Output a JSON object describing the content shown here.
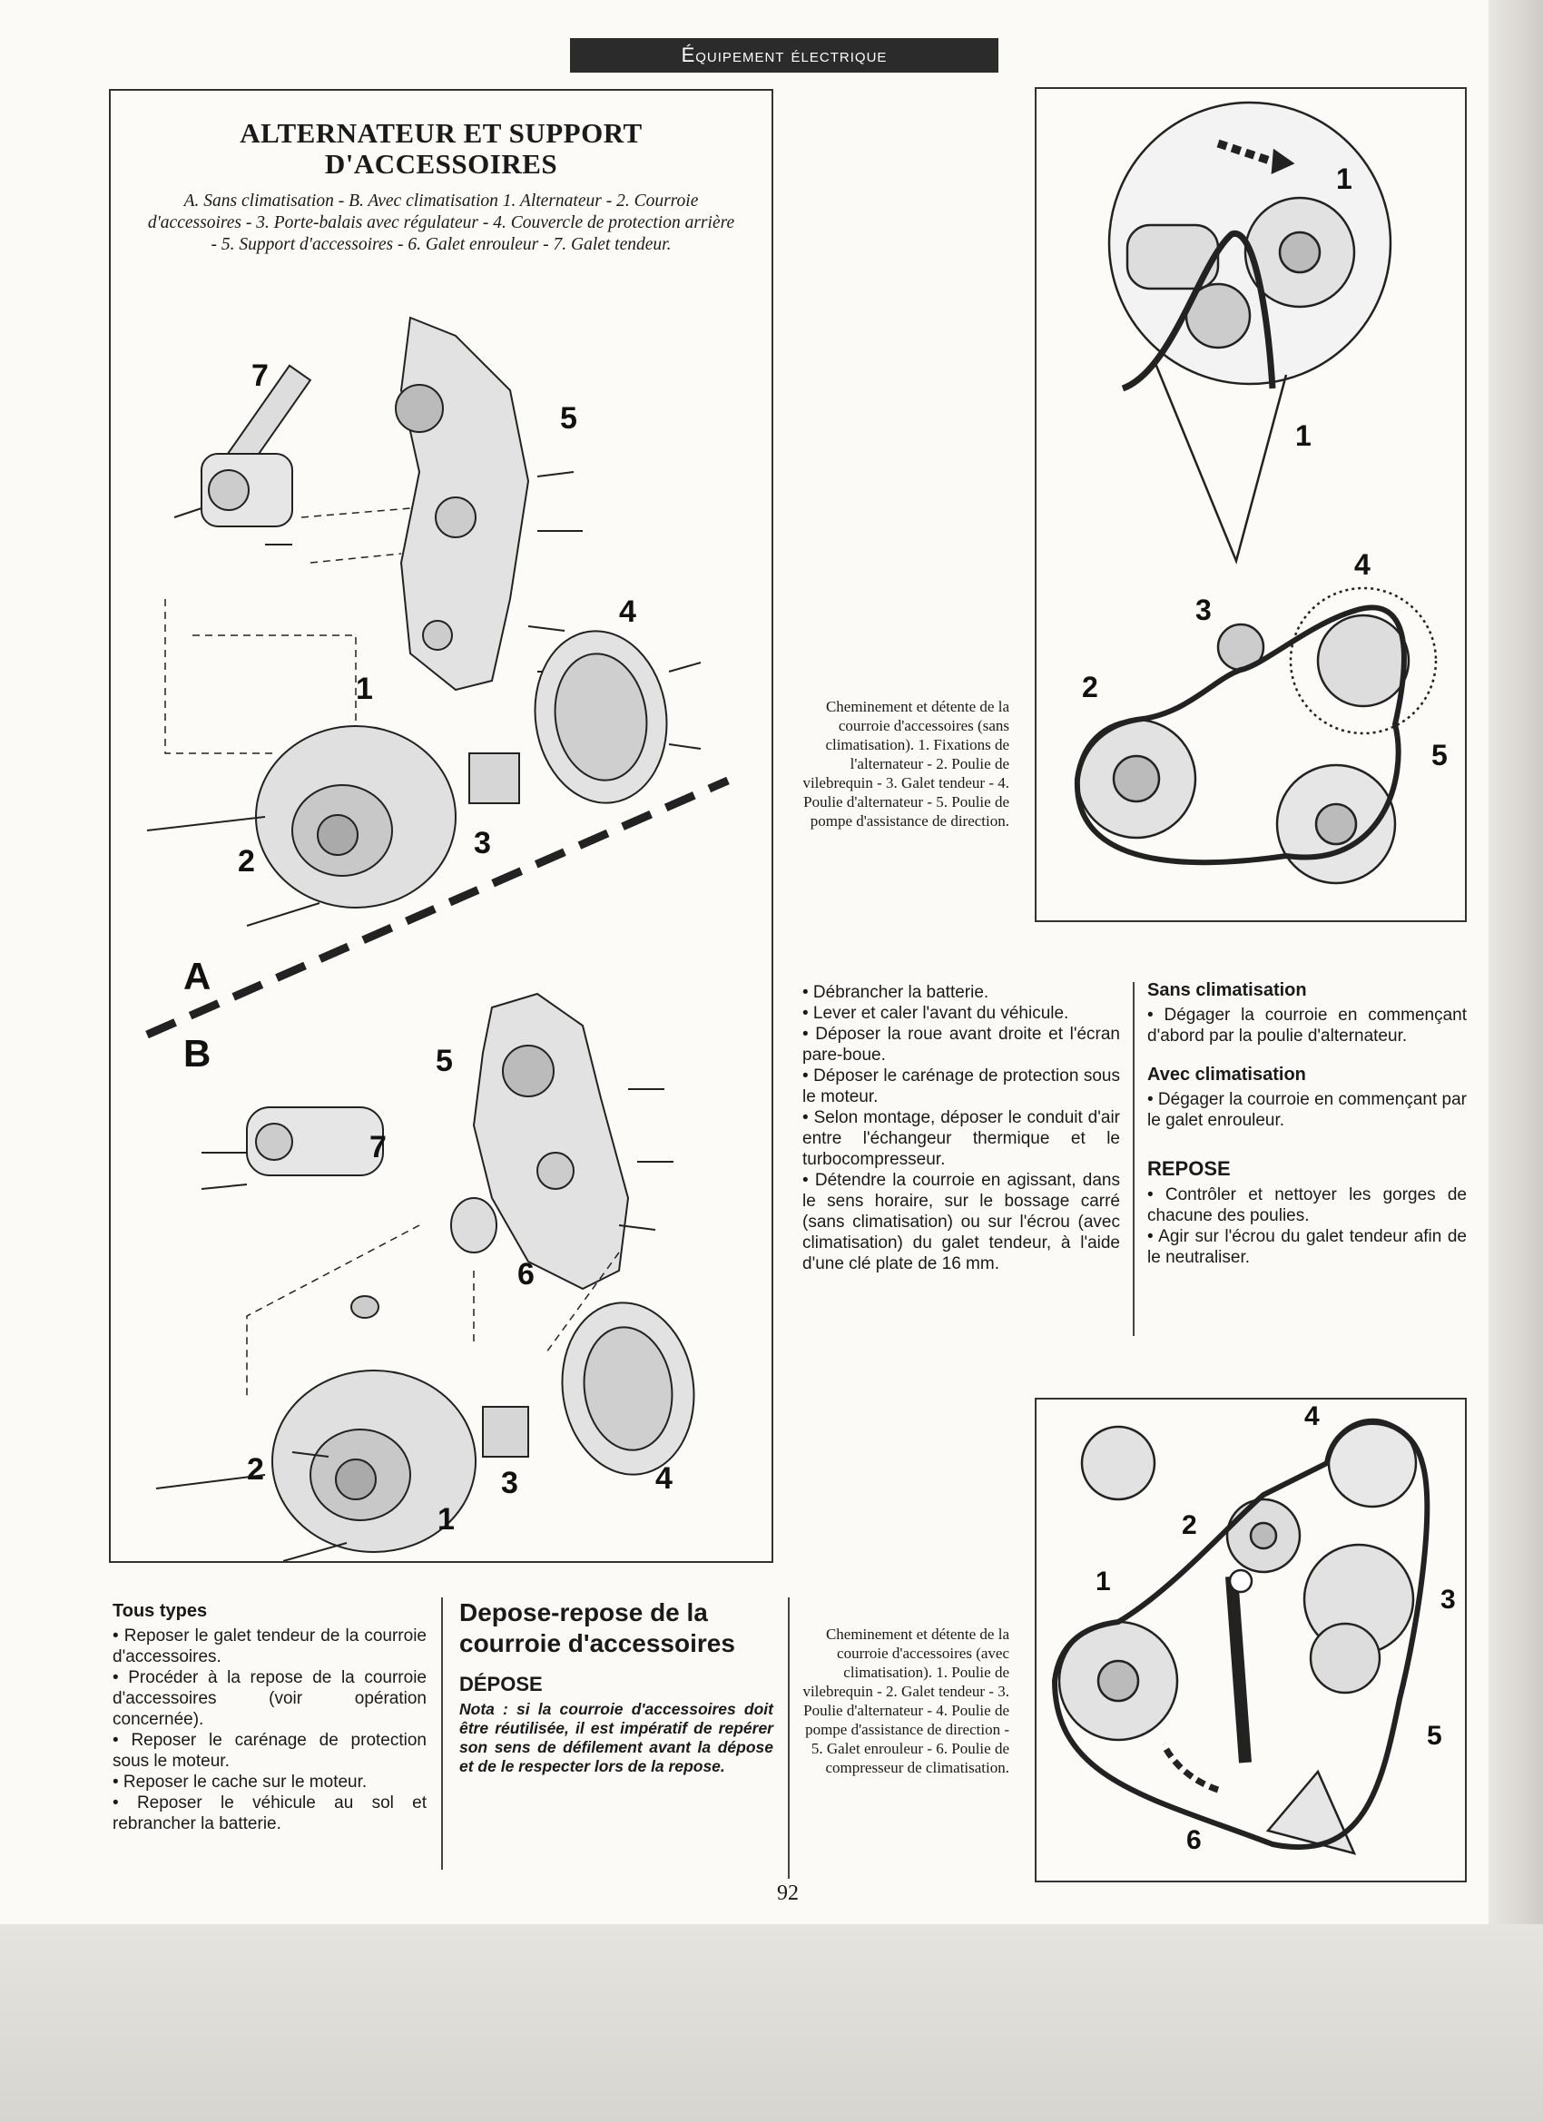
{
  "header": {
    "section": "Équipement électrique"
  },
  "figure_main": {
    "title_line1": "ALTERNATEUR ET SUPPORT",
    "title_line2": "D'ACCESSOIRES",
    "caption": "A. Sans climatisation - B. Avec climatisation 1. Alternateur - 2. Courroie d'accessoires - 3. Porte-balais avec régulateur - 4. Couvercle de protection arrière - 5. Support d'accessoires - 6. Galet enrouleur - 7. Galet tendeur.",
    "labels": {
      "a": "A",
      "b": "B",
      "n1": "1",
      "n2": "2",
      "n3": "3",
      "n4": "4",
      "n5": "5",
      "n6": "6",
      "n7": "7"
    }
  },
  "figure_top_right": {
    "caption": "Cheminement et détente de la courroie d'accessoires (sans climatisation). 1. Fixations de l'alternateur - 2. Poulie de vilebrequin - 3. Galet tendeur - 4. Poulie d'alternateur - 5. Poulie de pompe d'assistance de direction.",
    "labels": {
      "n1": "1",
      "n2": "2",
      "n3": "3",
      "n4": "4",
      "n5": "5"
    }
  },
  "figure_bottom_right": {
    "caption": "Cheminement et détente de la courroie d'accessoires (avec climatisation). 1. Poulie de vilebrequin - 2. Galet tendeur - 3. Poulie d'alternateur - 4. Poulie de pompe d'assistance de direction - 5. Galet enrouleur - 6. Poulie de compresseur de climatisation.",
    "labels": {
      "n1": "1",
      "n2": "2",
      "n3": "3",
      "n4": "4",
      "n5": "5",
      "n6": "6"
    }
  },
  "depose_steps": {
    "b1": "• Débrancher la batterie.",
    "b2": "• Lever et caler l'avant du véhicule.",
    "b3": "• Déposer la roue avant droite et l'écran pare-boue.",
    "b4": "• Déposer le carénage de protection sous le moteur.",
    "b5": "• Selon montage, déposer le conduit d'air entre l'échangeur thermique et le turbocompresseur.",
    "b6": "• Détendre la courroie en agissant, dans le sens horaire, sur le bossage carré (sans climatisation) ou sur l'écrou (avec climatisation) du galet tendeur, à l'aide d'une clé plate de 16 mm."
  },
  "sans_clim": {
    "heading": "Sans climatisation",
    "b1": "• Dégager la courroie en commençant d'abord par la poulie d'alternateur."
  },
  "avec_clim": {
    "heading": "Avec climatisation",
    "b1": "• Dégager la courroie en commençant par le galet enrouleur."
  },
  "repose": {
    "heading": "REPOSE",
    "b1": "• Contrôler et nettoyer les gorges de chacune des poulies.",
    "b2": "• Agir sur l'écrou du galet tendeur afin de le neutraliser."
  },
  "tous_types": {
    "heading": "Tous types",
    "b1": "• Reposer le galet tendeur de la courroie d'accessoires.",
    "b2": "• Procéder à la repose de la courroie d'accessoires (voir opération concernée).",
    "b3": "• Reposer le carénage de protection sous le moteur.",
    "b4": "• Reposer le cache sur le moteur.",
    "b5": "• Reposer le véhicule au sol et rebrancher la batterie."
  },
  "depose_section": {
    "title": "Depose-repose de la courroie d'accessoires",
    "subheading": "DÉPOSE",
    "note": "Nota : si la courroie d'accessoires doit être réutilisée, il est impératif de repérer son sens de défilement avant la dépose et de le respecter lors de la repose."
  },
  "page_number": "92"
}
